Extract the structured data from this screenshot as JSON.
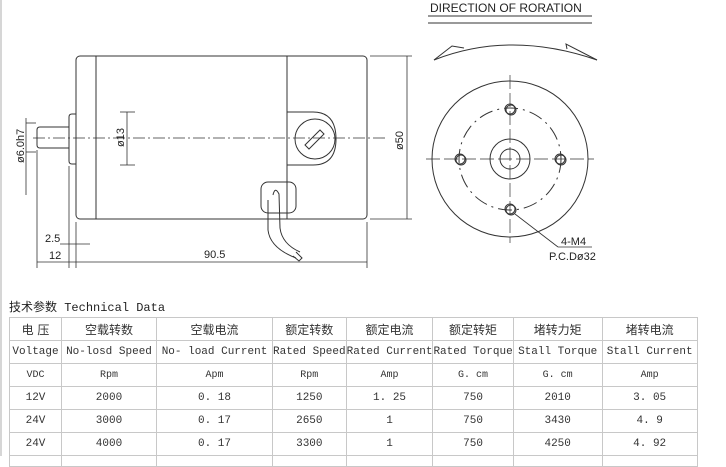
{
  "drawing": {
    "side_view": {
      "dimensions": {
        "shaft_diameter": "ø6.0h7",
        "boss_diameter": "ø13",
        "body_diameter": "ø50",
        "boss_length": "2.5",
        "shaft_length": "12",
        "body_length": "90.5"
      }
    },
    "front_view": {
      "title": "DIRECTION OF RORATION",
      "hole_spec": "4-M4",
      "pitch_circle": "P.C.Dø32"
    }
  },
  "table": {
    "caption_cn": "技术参数",
    "caption_en": "Technical Data",
    "headers": [
      {
        "cn": "电 压",
        "en": "Voltage",
        "unit": "VDC"
      },
      {
        "cn": "空载转数",
        "en": "No-losd Speed",
        "unit": "Rpm"
      },
      {
        "cn": "空载电流",
        "en": "No- load Current",
        "unit": "Apm"
      },
      {
        "cn": "额定转数",
        "en": "Rated Speed",
        "unit": "Rpm"
      },
      {
        "cn": "额定电流",
        "en": "Rated Current",
        "unit": "Amp"
      },
      {
        "cn": "额定转矩",
        "en": "Rated Torque",
        "unit": "G. cm"
      },
      {
        "cn": "堵转力矩",
        "en": "Stall Torque",
        "unit": "G. cm"
      },
      {
        "cn": "堵转电流",
        "en": "Stall Current",
        "unit": "Amp"
      }
    ],
    "rows": [
      [
        "12V",
        "2000",
        "0. 18",
        "1250",
        "1. 25",
        "750",
        "2010",
        "3. 05"
      ],
      [
        "24V",
        "3000",
        "0. 17",
        "2650",
        "1",
        "750",
        "3430",
        "4. 9"
      ],
      [
        "24V",
        "4000",
        "0. 17",
        "3300",
        "1",
        "750",
        "4250",
        "4. 92"
      ]
    ]
  }
}
